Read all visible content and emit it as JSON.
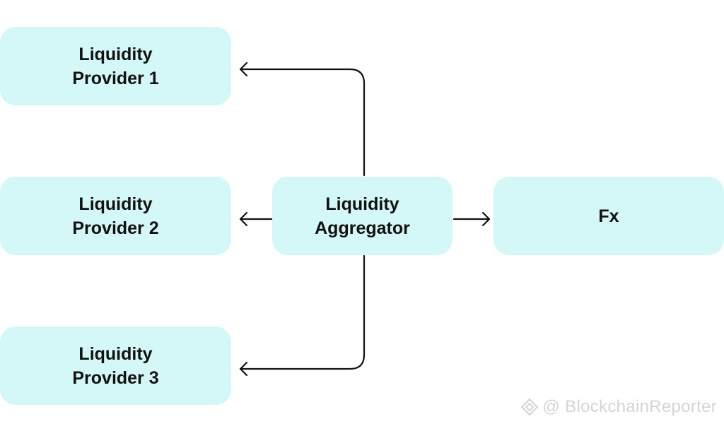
{
  "colors": {
    "node_fill": "#d4f7f7",
    "text": "#111111",
    "connector": "#111111",
    "watermark": "#d4d4d4"
  },
  "nodes": {
    "provider_1": {
      "label": "Liquidity\nProvider 1"
    },
    "provider_2": {
      "label": "Liquidity\nProvider 2"
    },
    "provider_3": {
      "label": "Liquidity\nProvider 3"
    },
    "aggregator": {
      "label": "Liquidity\nAggregator"
    },
    "fx": {
      "label": "Fx"
    }
  },
  "edges": [
    {
      "from": "aggregator",
      "to": "provider_1"
    },
    {
      "from": "aggregator",
      "to": "provider_2"
    },
    {
      "from": "aggregator",
      "to": "provider_3"
    },
    {
      "from": "aggregator",
      "to": "fx"
    }
  ],
  "watermark": {
    "icon": "binance-square-icon",
    "text": "@ BlockchainReporter"
  }
}
